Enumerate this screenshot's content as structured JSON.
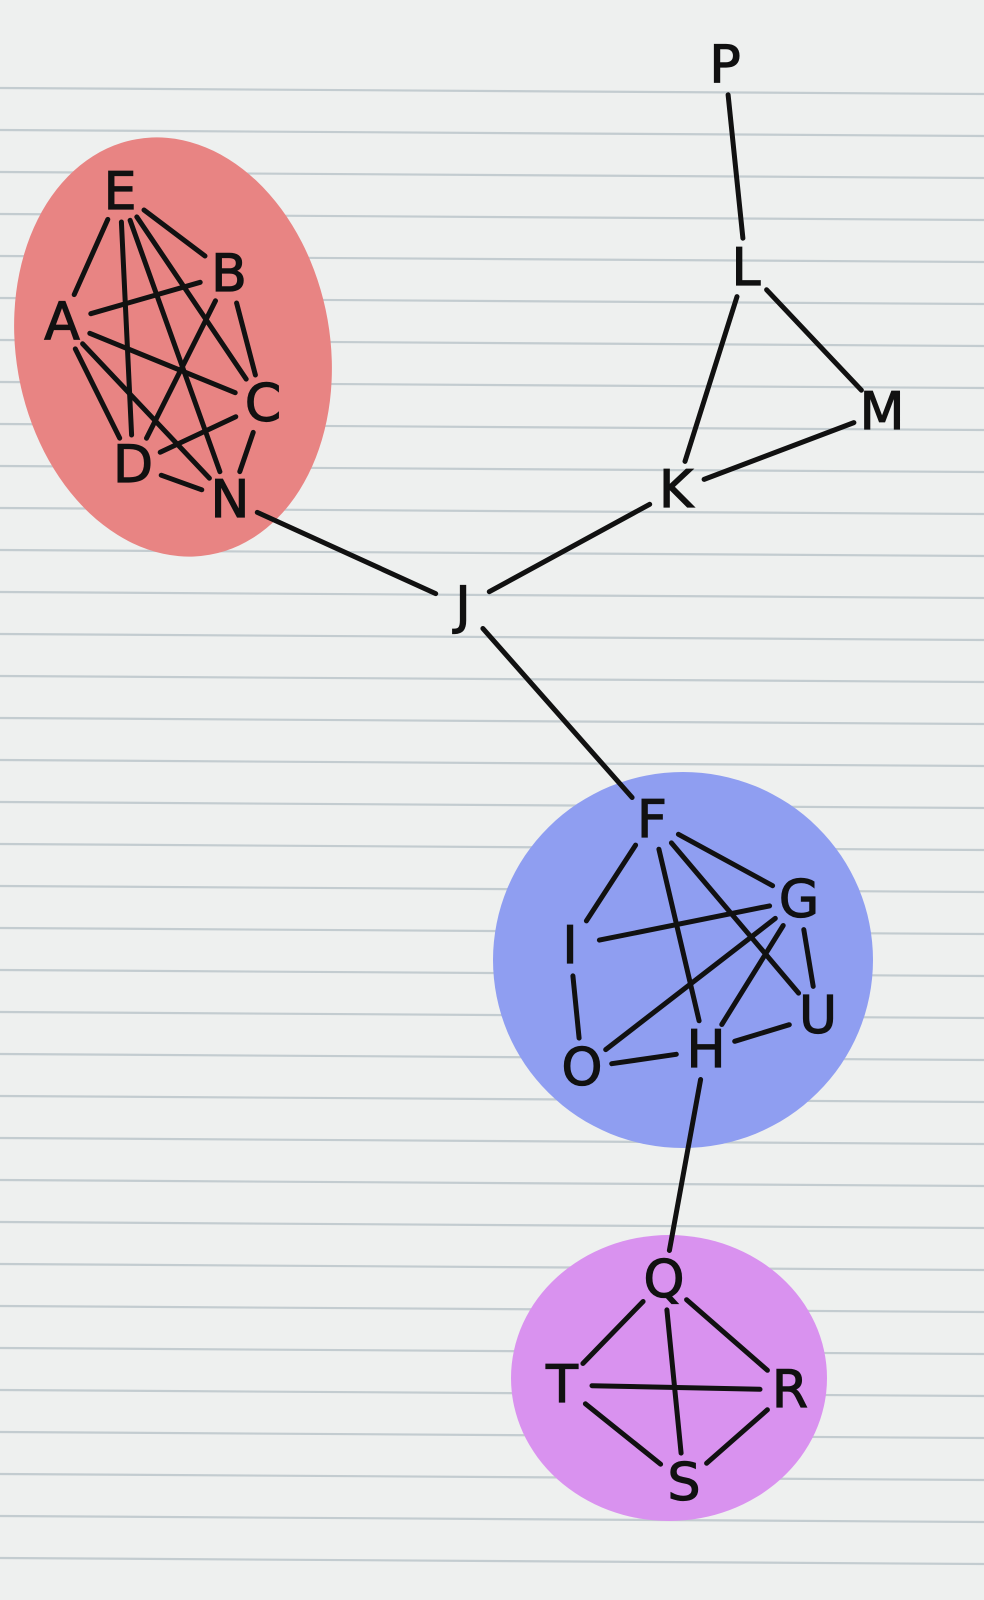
{
  "diagram": {
    "colors": {
      "paper": "#eef0ef",
      "rule_line": "#c3ccd0",
      "ink": "#111111",
      "red_cluster": "#e88483",
      "blue_cluster": "#8f9ef1",
      "purple_cluster": "#d992ef"
    },
    "clusters": [
      {
        "id": "red",
        "members": [
          "E",
          "B",
          "A",
          "C",
          "D",
          "N"
        ]
      },
      {
        "id": "blue",
        "members": [
          "F",
          "G",
          "I",
          "U",
          "O",
          "H"
        ]
      },
      {
        "id": "purple",
        "members": [
          "Q",
          "T",
          "R",
          "S"
        ]
      }
    ],
    "nodes": [
      {
        "id": "P",
        "label": "P"
      },
      {
        "id": "L",
        "label": "L"
      },
      {
        "id": "M",
        "label": "M"
      },
      {
        "id": "K",
        "label": "K"
      },
      {
        "id": "E",
        "label": "E"
      },
      {
        "id": "B",
        "label": "B"
      },
      {
        "id": "A",
        "label": "A"
      },
      {
        "id": "C",
        "label": "C"
      },
      {
        "id": "D",
        "label": "D"
      },
      {
        "id": "N",
        "label": "N"
      },
      {
        "id": "J",
        "label": "J"
      },
      {
        "id": "F",
        "label": "F"
      },
      {
        "id": "G",
        "label": "G"
      },
      {
        "id": "I",
        "label": "I"
      },
      {
        "id": "U",
        "label": "U"
      },
      {
        "id": "O",
        "label": "O"
      },
      {
        "id": "H",
        "label": "H"
      },
      {
        "id": "Q",
        "label": "Q"
      },
      {
        "id": "T",
        "label": "T"
      },
      {
        "id": "R",
        "label": "R"
      },
      {
        "id": "S",
        "label": "S"
      }
    ],
    "edges": [
      [
        "P",
        "L"
      ],
      [
        "L",
        "M"
      ],
      [
        "L",
        "K"
      ],
      [
        "K",
        "M"
      ],
      [
        "K",
        "J"
      ],
      [
        "E",
        "B"
      ],
      [
        "E",
        "A"
      ],
      [
        "E",
        "D"
      ],
      [
        "E",
        "C"
      ],
      [
        "E",
        "N"
      ],
      [
        "A",
        "B"
      ],
      [
        "A",
        "C"
      ],
      [
        "A",
        "N"
      ],
      [
        "A",
        "D"
      ],
      [
        "B",
        "C"
      ],
      [
        "B",
        "D"
      ],
      [
        "C",
        "D"
      ],
      [
        "C",
        "N"
      ],
      [
        "D",
        "N"
      ],
      [
        "N",
        "J"
      ],
      [
        "J",
        "F"
      ],
      [
        "F",
        "G"
      ],
      [
        "F",
        "I"
      ],
      [
        "F",
        "H"
      ],
      [
        "F",
        "U"
      ],
      [
        "G",
        "I"
      ],
      [
        "G",
        "O"
      ],
      [
        "G",
        "H"
      ],
      [
        "G",
        "U"
      ],
      [
        "I",
        "O"
      ],
      [
        "O",
        "H"
      ],
      [
        "H",
        "U"
      ],
      [
        "H",
        "Q"
      ],
      [
        "Q",
        "T"
      ],
      [
        "Q",
        "R"
      ],
      [
        "Q",
        "S"
      ],
      [
        "T",
        "R"
      ],
      [
        "T",
        "S"
      ],
      [
        "S",
        "R"
      ]
    ]
  }
}
